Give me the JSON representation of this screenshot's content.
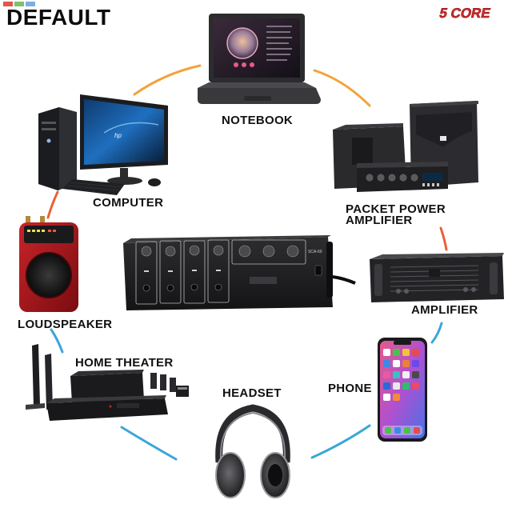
{
  "header": {
    "title": "DEFAULT",
    "brand_logo": "5 CORE"
  },
  "labels": {
    "notebook": "NOTEBOOK",
    "computer": "COMPUTER",
    "packet_power_amplifier_line1": "PACKET POWER",
    "packet_power_amplifier_line2": "AMPLIFIER",
    "amplifier": "AMPLIFIER",
    "loudspeaker": "LOUDSPEAKER",
    "home_theater": "HOME THEATER",
    "headset": "HEADSET",
    "phone": "PHONE"
  },
  "center_unit": {
    "model": "SCA-60"
  },
  "colors": {
    "orange_connector": "#f2a33a",
    "red_connector": "#e8623a",
    "blue_connector": "#3aa6d8",
    "brand_red": "#d42a2a"
  },
  "icons": {
    "notebook": "laptop-icon",
    "computer": "desktop-computer-icon",
    "packet_power_amplifier": "speakers-amplifier-icon",
    "amplifier": "rack-amplifier-icon",
    "loudspeaker": "portable-speaker-icon",
    "home_theater": "home-theater-icon",
    "headset": "headphones-icon",
    "phone": "smartphone-icon",
    "center": "mixer-amplifier-icon"
  }
}
